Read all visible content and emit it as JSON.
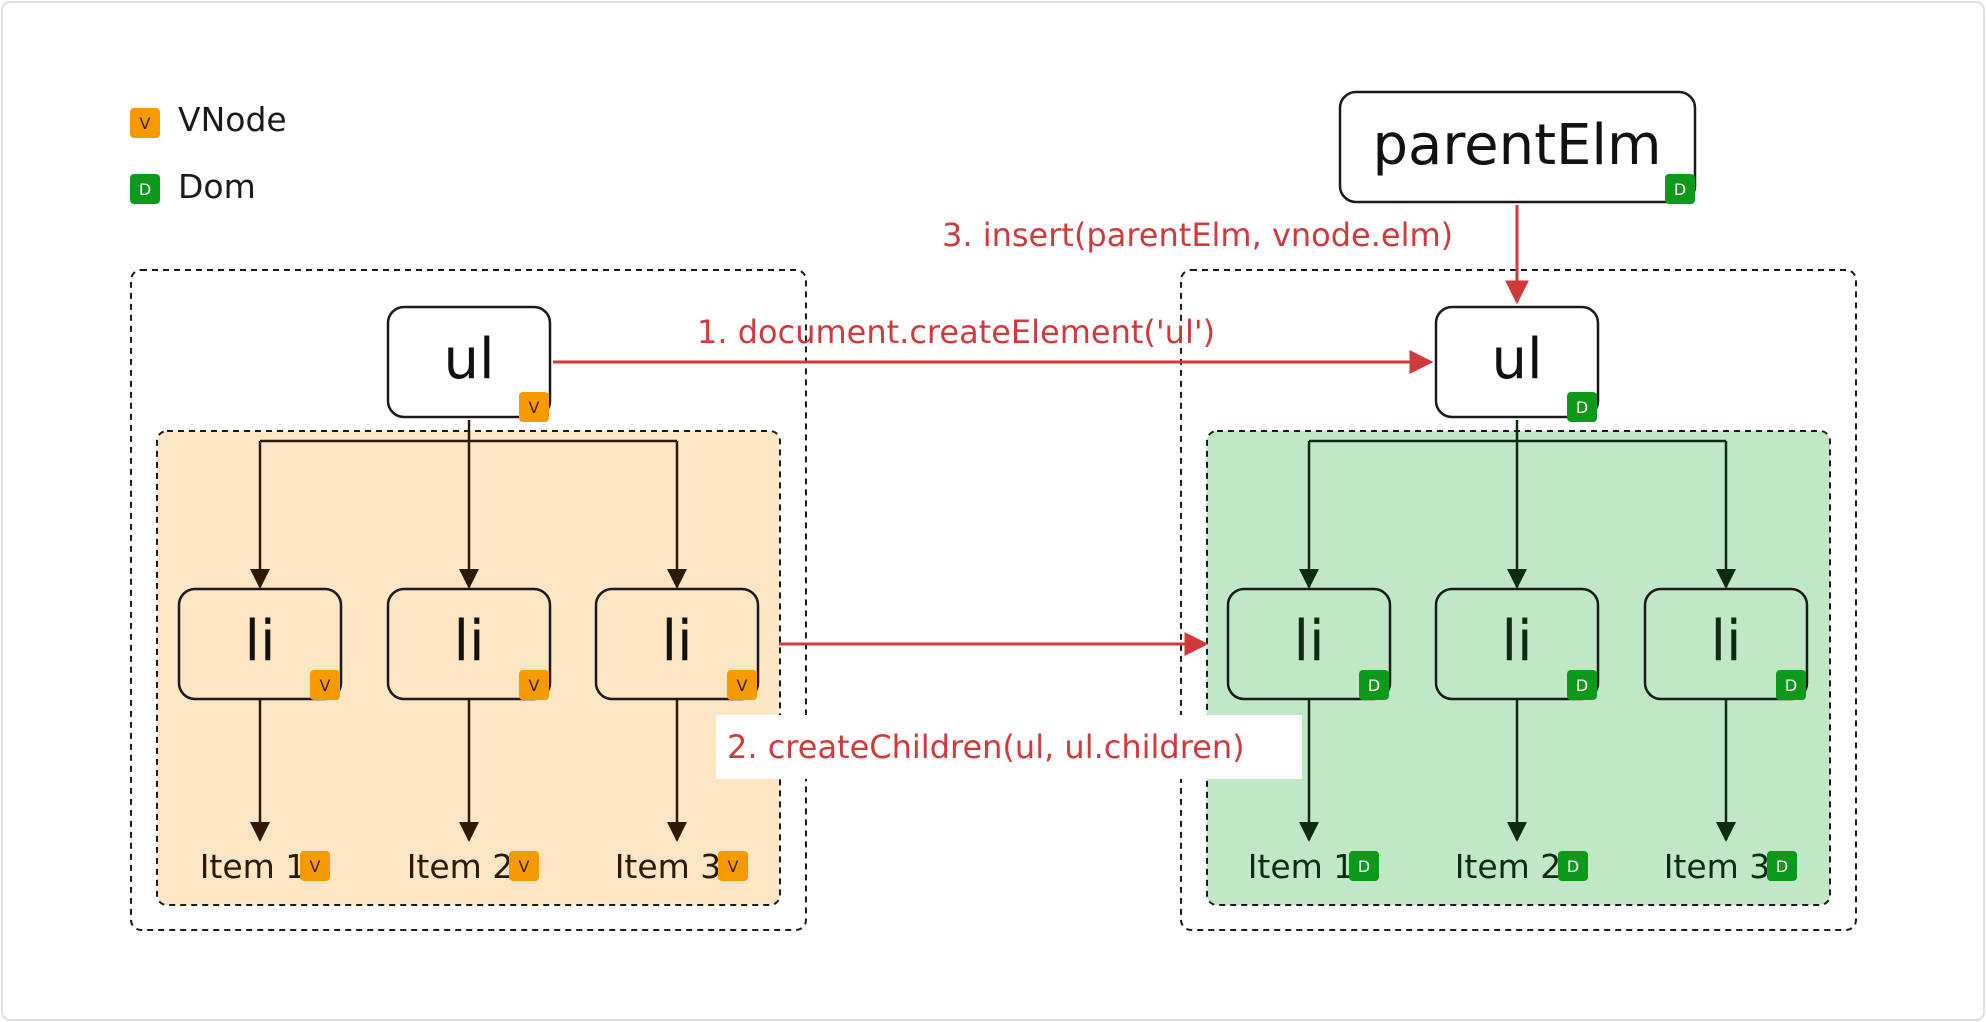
{
  "legend": {
    "vnode": {
      "badge": "V",
      "label": "VNode"
    },
    "dom": {
      "badge": "D",
      "label": "Dom"
    }
  },
  "badges": {
    "vnode": "V",
    "dom": "D"
  },
  "colors": {
    "vnode_badge": "#f79a00",
    "dom_badge": "#0d9a1a",
    "vnode_area": "#fde6c4",
    "dom_area": "#c0e8c6",
    "step_red": "#d13a3a",
    "node_border": "#1a1a1a"
  },
  "vnode_tree": {
    "root": "ul",
    "children": [
      "li",
      "li",
      "li"
    ],
    "leaves": [
      "Item 1",
      "Item 2",
      "Item 3"
    ]
  },
  "dom_tree": {
    "parent": "parentElm",
    "root": "ul",
    "children": [
      "li",
      "li",
      "li"
    ],
    "leaves": [
      "Item 1",
      "Item 2",
      "Item 3"
    ]
  },
  "steps": {
    "step1": "1. document.createElement('ul')",
    "step2": "2. createChildren(ul, ul.children)",
    "step3": "3. insert(parentElm, vnode.elm)"
  }
}
